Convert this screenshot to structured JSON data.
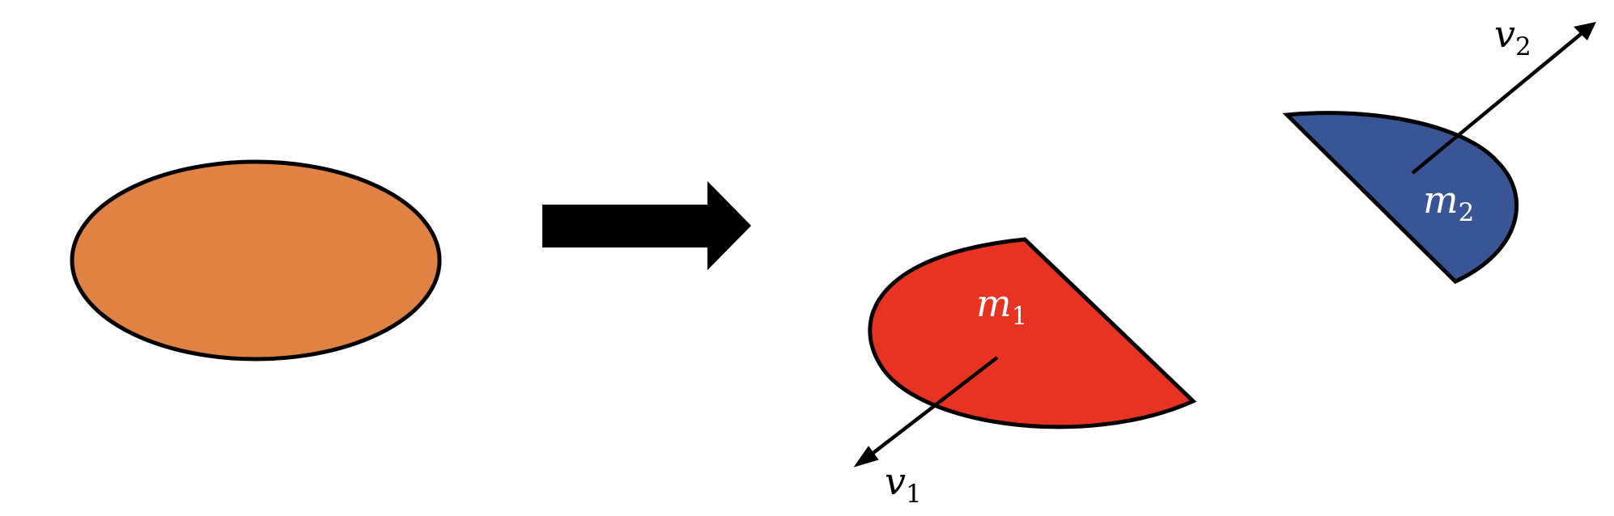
{
  "colors": {
    "whole_body": "#DF8243",
    "fragment_1": "#E83323",
    "fragment_2": "#3A5595",
    "outline": "#000000",
    "mass_label_text": "#ffffff",
    "velocity_label_text": "#000000"
  },
  "fragment_1": {
    "mass_symbol": "m",
    "mass_subscript": "1",
    "velocity_symbol": "v",
    "velocity_subscript": "1"
  },
  "fragment_2": {
    "mass_symbol": "m",
    "mass_subscript": "2",
    "velocity_symbol": "v",
    "velocity_subscript": "2"
  }
}
